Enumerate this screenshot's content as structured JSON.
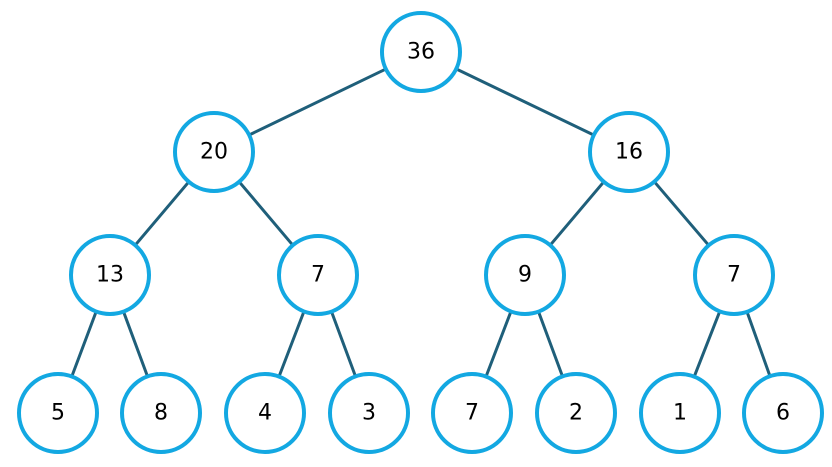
{
  "tree": {
    "node_values": [
      "36",
      "20",
      "16",
      "13",
      "7",
      "9",
      "7",
      "5",
      "8",
      "4",
      "3",
      "7",
      "2",
      "1",
      "6"
    ],
    "edges": [
      [
        0,
        1
      ],
      [
        0,
        2
      ],
      [
        1,
        3
      ],
      [
        1,
        4
      ],
      [
        2,
        5
      ],
      [
        2,
        6
      ],
      [
        3,
        7
      ],
      [
        3,
        8
      ],
      [
        4,
        9
      ],
      [
        4,
        10
      ],
      [
        5,
        11
      ],
      [
        5,
        12
      ],
      [
        6,
        13
      ],
      [
        6,
        14
      ]
    ],
    "colors": {
      "node_stroke": "#13a8e2",
      "edge": "#1f5f7a",
      "text": "#000000"
    }
  }
}
